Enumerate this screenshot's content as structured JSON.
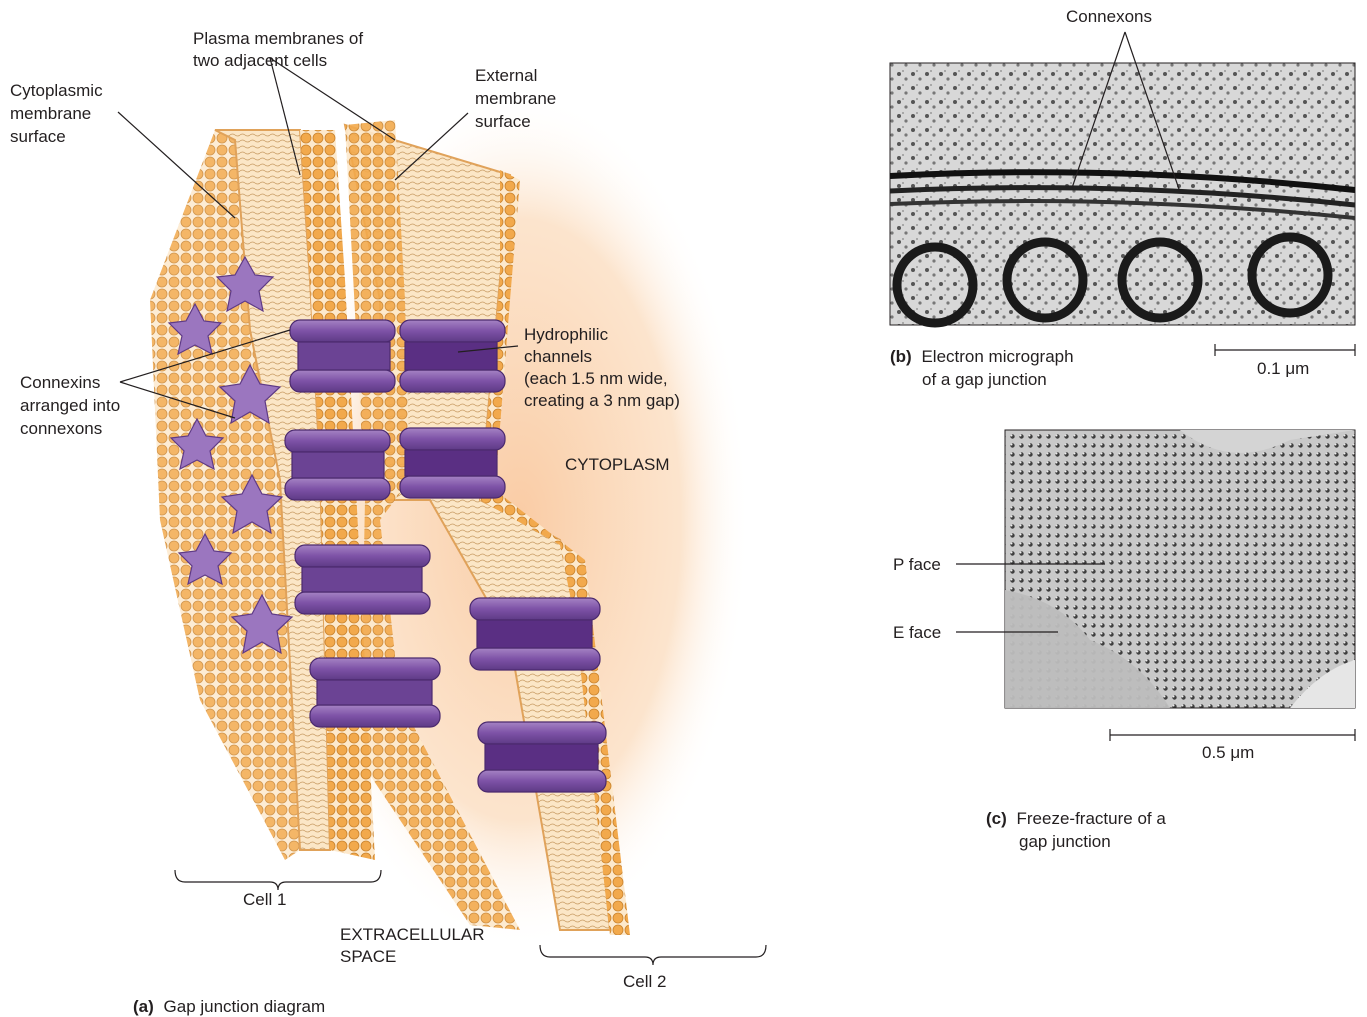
{
  "panel_a": {
    "caption_letter": "(a)",
    "caption_text": "Gap junction diagram",
    "labels": {
      "plasma_membranes": [
        "Plasma membranes of",
        "two adjacent cells"
      ],
      "cytoplasmic_surface": [
        "Cytoplasmic",
        "membrane",
        "surface"
      ],
      "external_surface": [
        "External",
        "membrane",
        "surface"
      ],
      "hydrophilic_channels": [
        "Hydrophilic",
        "channels",
        "(each 1.5 nm wide,",
        "creating a 3 nm gap)"
      ],
      "connexins": [
        "Connexins",
        "arranged into",
        "connexons"
      ],
      "cytoplasm": "CYTOPLASM",
      "extracellular": [
        "EXTRACELLULAR",
        "SPACE"
      ],
      "cell1": "Cell 1",
      "cell2": "Cell 2"
    },
    "colors": {
      "cytoplasm_glow": "#f9c9a0",
      "lipid_head": "#f2a94c",
      "lipid_tail": "#fbe3bd",
      "connexin": "#8d63b0",
      "connexin_dark": "#5e3a86"
    }
  },
  "panel_b": {
    "caption_letter": "(b)",
    "caption_text": [
      "Electron micrograph",
      "of a gap junction"
    ],
    "label_connexons": "Connexons",
    "scale_bar": "0.1 μm"
  },
  "panel_c": {
    "caption_letter": "(c)",
    "caption_text": [
      "Freeze-fracture of a",
      "gap junction"
    ],
    "label_p_face": "P face",
    "label_e_face": "E face",
    "scale_bar": "0.5 μm"
  }
}
